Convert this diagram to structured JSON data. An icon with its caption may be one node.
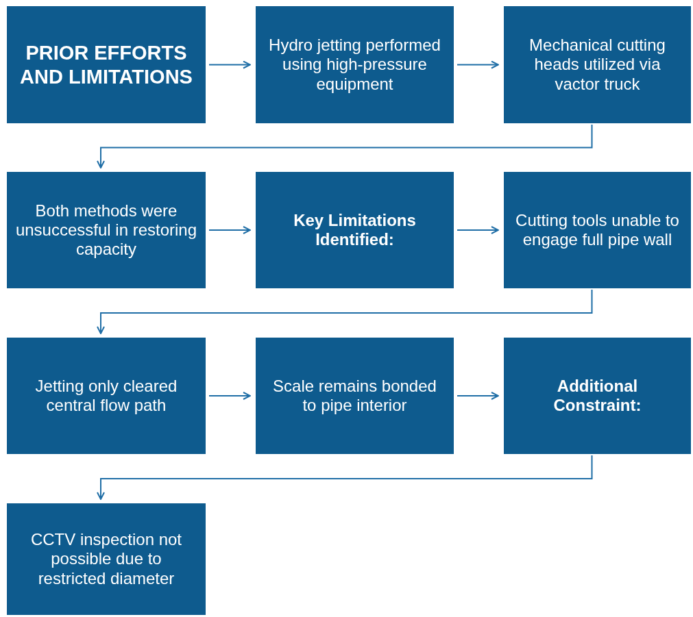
{
  "diagram": {
    "nodes": [
      {
        "text": [
          "PRIOR EFFORTS AND LIMITATIONS"
        ]
      },
      {
        "text": [
          "Hydro jetting performed using high-pressure equipment"
        ]
      },
      {
        "text": [
          "Mechanical cutting heads utilized via vactor truck"
        ]
      },
      {
        "text": [
          "Both methods were unsuccessful in restoring capacity"
        ]
      },
      {
        "text": [
          "Key Limitations Identified:"
        ]
      },
      {
        "text": [
          "Cutting tools unable to engage full pipe wall"
        ]
      },
      {
        "text": [
          "Jetting only cleared central flow path"
        ]
      },
      {
        "text": [
          "Scale remains bonded to pipe interior"
        ]
      },
      {
        "text": [
          "Additional Constraint:"
        ]
      },
      {
        "text": [
          "CCTV inspection not possible due to restricted diameter"
        ]
      }
    ],
    "edges": [
      {
        "from": 0,
        "to": 1,
        "arrow": "to"
      },
      {
        "from": 1,
        "to": 2,
        "arrow": "to"
      },
      {
        "from": 2,
        "to": 3,
        "arrow": "to"
      },
      {
        "from": 3,
        "to": 4,
        "arrow": "to"
      },
      {
        "from": 4,
        "to": 5,
        "arrow": "to"
      },
      {
        "from": 5,
        "to": 6,
        "arrow": "to"
      },
      {
        "from": 6,
        "to": 7,
        "arrow": "to"
      },
      {
        "from": 7,
        "to": 8,
        "arrow": "to"
      },
      {
        "from": 8,
        "to": 9,
        "arrow": "to"
      }
    ]
  }
}
